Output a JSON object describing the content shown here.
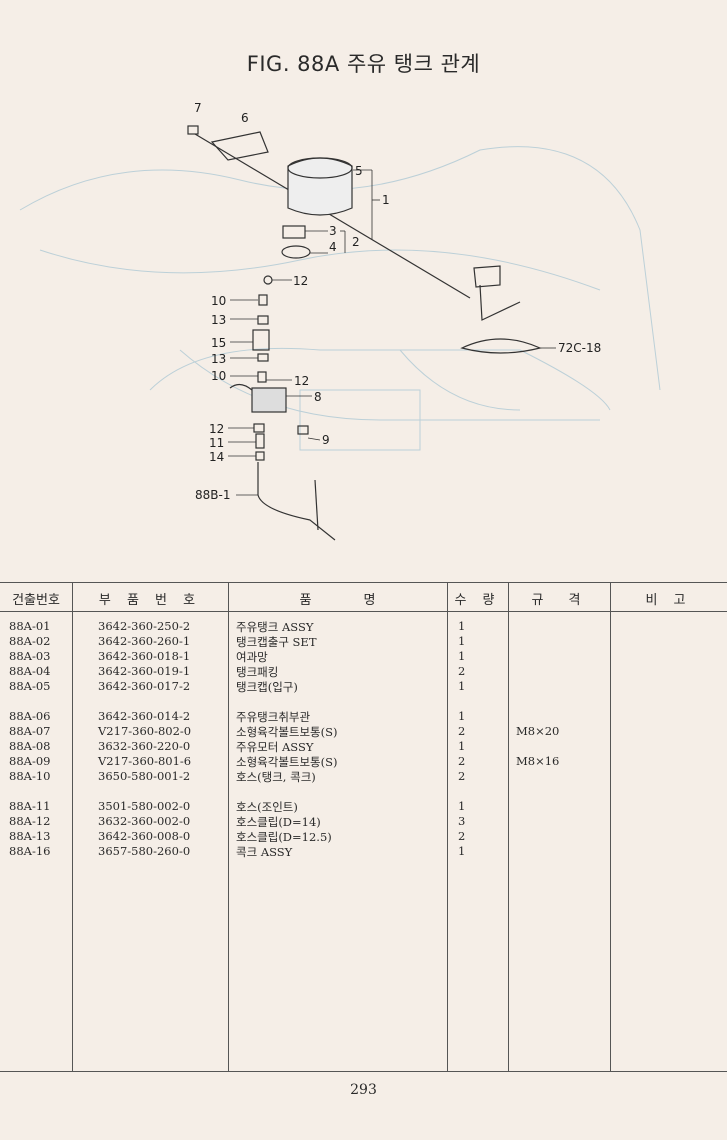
{
  "title": "FIG. 88A 주유 탱크 관계",
  "diagram": {
    "callouts": [
      "7",
      "6",
      "5",
      "1",
      "3",
      "2",
      "4",
      "12",
      "10",
      "13",
      "15",
      "13",
      "10",
      "12",
      "8",
      "9",
      "12",
      "11",
      "14",
      "88B-1",
      "72C-18"
    ]
  },
  "table": {
    "headers": [
      "건출번호",
      "부 품 번 호",
      "품　　　　명",
      "수 량",
      "규　격",
      "비 고"
    ],
    "rows": [
      {
        "no": "88A-01",
        "part": "3642-360-250-2",
        "name": "주유탱크 ASSY",
        "qty": "1",
        "spec": ""
      },
      {
        "no": "88A-02",
        "part": "3642-360-260-1",
        "name": "탱크캡출구 SET",
        "qty": "1",
        "spec": ""
      },
      {
        "no": "88A-03",
        "part": "3642-360-018-1",
        "name": "여과망",
        "qty": "1",
        "spec": ""
      },
      {
        "no": "88A-04",
        "part": "3642-360-019-1",
        "name": "탱크패킹",
        "qty": "2",
        "spec": ""
      },
      {
        "no": "88A-05",
        "part": "3642-360-017-2",
        "name": "탱크캡(입구)",
        "qty": "1",
        "spec": ""
      },
      {
        "no": "88A-06",
        "part": "3642-360-014-2",
        "name": "주유탱크취부관",
        "qty": "1",
        "spec": ""
      },
      {
        "no": "88A-07",
        "part": "V217-360-802-0",
        "name": "소형육각볼트보통(S)",
        "qty": "2",
        "spec": "M8×20"
      },
      {
        "no": "88A-08",
        "part": "3632-360-220-0",
        "name": "주유모터 ASSY",
        "qty": "1",
        "spec": ""
      },
      {
        "no": "88A-09",
        "part": "V217-360-801-6",
        "name": "소형육각볼트보통(S)",
        "qty": "2",
        "spec": "M8×16"
      },
      {
        "no": "88A-10",
        "part": "3650-580-001-2",
        "name": "호스(탱크, 콕크)",
        "qty": "2",
        "spec": ""
      },
      {
        "no": "88A-11",
        "part": "3501-580-002-0",
        "name": "호스(조인트)",
        "qty": "1",
        "spec": ""
      },
      {
        "no": "88A-12",
        "part": "3632-360-002-0",
        "name": "호스클립(D=14)",
        "qty": "3",
        "spec": ""
      },
      {
        "no": "88A-13",
        "part": "3642-360-008-0",
        "name": "호스클립(D=12.5)",
        "qty": "2",
        "spec": ""
      },
      {
        "no": "88A-16",
        "part": "3657-580-260-0",
        "name": "콕크 ASSY",
        "qty": "1",
        "spec": ""
      }
    ]
  },
  "page_number": "293"
}
